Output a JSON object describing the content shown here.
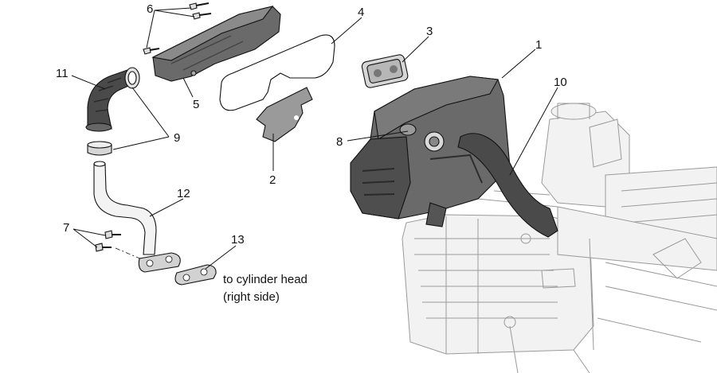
{
  "callouts": [
    "1",
    "2",
    "3",
    "4",
    "5",
    "6",
    "7",
    "8",
    "9",
    "10",
    "11",
    "12",
    "13"
  ],
  "caption": {
    "line1": "to cylinder head",
    "line2": "(right side)"
  },
  "colors": {
    "ink": "#111111",
    "part_dark": "#5e5e5e",
    "part_mid": "#8a8a8a",
    "part_light": "#c8c8c8",
    "ghost_engine": "#9a9a9a"
  },
  "icons": [
    "bolt-icon",
    "hose-icon",
    "gasket-icon",
    "filter-icon"
  ]
}
